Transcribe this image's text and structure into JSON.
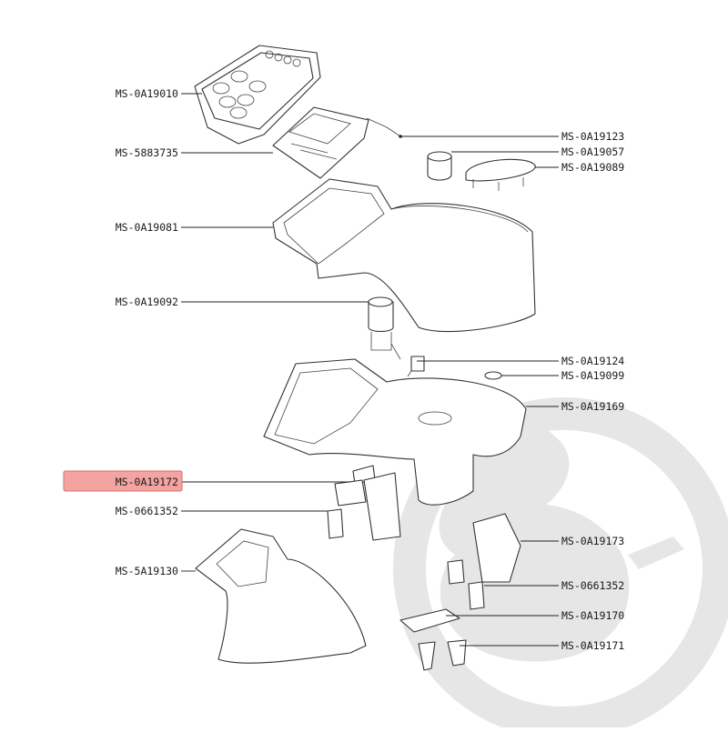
{
  "diagram": {
    "highlight_color": "#f4a3a3",
    "highlight_border": "#e06a6a",
    "watermark_color": "#e6e6e6",
    "labels_left": [
      {
        "id": "ms-0a19010",
        "text": "MS-0A19010",
        "highlighted": false
      },
      {
        "id": "ms-5883735",
        "text": "MS-5883735",
        "highlighted": false
      },
      {
        "id": "ms-0a19081",
        "text": "MS-0A19081",
        "highlighted": false
      },
      {
        "id": "ms-0a19092",
        "text": "MS-0A19092",
        "highlighted": false
      },
      {
        "id": "ms-0a19172",
        "text": "MS-0A19172",
        "highlighted": true
      },
      {
        "id": "ms-0661352-left",
        "text": "MS-0661352",
        "highlighted": false
      },
      {
        "id": "ms-5a19130",
        "text": "MS-5A19130",
        "highlighted": false
      }
    ],
    "labels_right": [
      {
        "id": "ms-0a19123",
        "text": "MS-0A19123"
      },
      {
        "id": "ms-0a19057",
        "text": "MS-0A19057"
      },
      {
        "id": "ms-0a19089",
        "text": "MS-0A19089"
      },
      {
        "id": "ms-0a19124",
        "text": "MS-0A19124"
      },
      {
        "id": "ms-0a19099",
        "text": "MS-0A19099"
      },
      {
        "id": "ms-0a19169",
        "text": "MS-0A19169"
      },
      {
        "id": "ms-0a19173",
        "text": "MS-0A19173"
      },
      {
        "id": "ms-0661352-right",
        "text": "MS-0661352"
      },
      {
        "id": "ms-0a19170",
        "text": "MS-0A19170"
      },
      {
        "id": "ms-0a19171",
        "text": "MS-0A19171"
      }
    ]
  }
}
